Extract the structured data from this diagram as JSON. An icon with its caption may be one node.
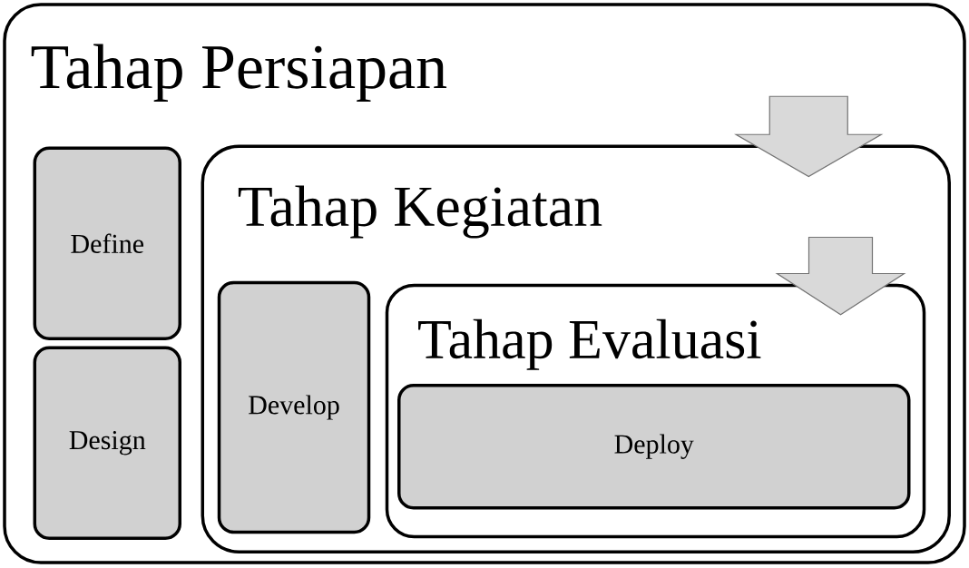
{
  "diagram": {
    "nodes": [
      {
        "text": [
          "Tahap Persiapan"
        ]
      },
      {
        "text": [
          "Define"
        ],
        "in": 0
      },
      {
        "text": [
          "Design"
        ],
        "in": 0
      },
      {
        "text": [
          "Tahap Kegiatan"
        ],
        "in": 0
      },
      {
        "text": [
          "Develop"
        ],
        "in": 3
      },
      {
        "text": [
          "Tahap Evaluasi"
        ],
        "in": 3
      },
      {
        "text": [
          "Deploy"
        ],
        "in": 5
      }
    ],
    "edges": [
      {
        "from": 0,
        "to": 3,
        "arrow": "to"
      },
      {
        "from": 3,
        "to": 5,
        "arrow": "to"
      }
    ]
  }
}
